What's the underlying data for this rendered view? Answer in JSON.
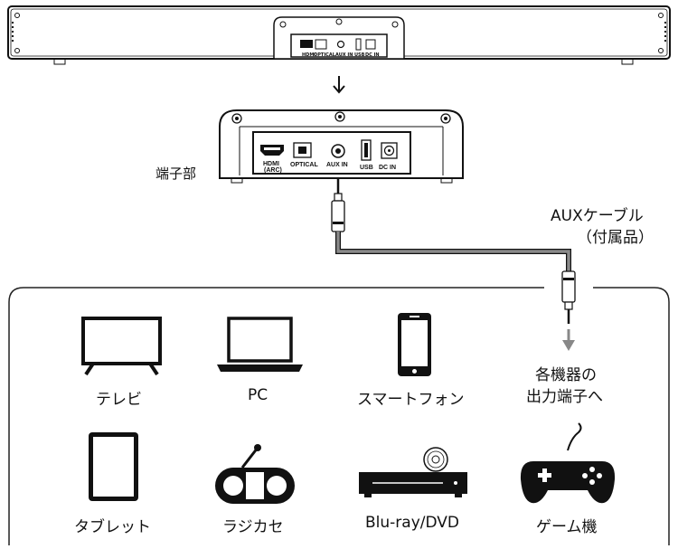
{
  "terminal_label": "端子部",
  "cable_label": "AUXケーブル",
  "cable_sub": "（付属品）",
  "output_label_line1": "各機器の",
  "output_label_line2": "出力端子へ",
  "ports": {
    "hdmi": "HDMI",
    "hdmi_sub": "(ARC)",
    "optical": "OPTICAL",
    "aux": "AUX IN",
    "usb": "USB",
    "dc": "DC IN"
  },
  "devices": {
    "tv": "テレビ",
    "pc": "PC",
    "smartphone": "スマートフォン",
    "tablet": "タブレット",
    "radio": "ラジカセ",
    "bluray": "Blu-ray/DVD",
    "game": "ゲーム機"
  },
  "colors": {
    "line": "#111111",
    "cable": "#6e6e6e",
    "arrow_gray": "#888888",
    "frame": "#222222"
  },
  "icons": [
    "down-arrow-icon",
    "tv-icon",
    "laptop-icon",
    "smartphone-icon",
    "tablet-icon",
    "radio-cassette-icon",
    "bluray-player-icon",
    "game-controller-icon",
    "aux-plug-icon"
  ]
}
